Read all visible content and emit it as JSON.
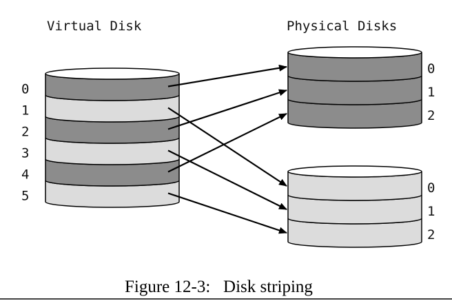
{
  "virtual_disk": {
    "title": "Virtual Disk",
    "blocks": [
      {
        "label": "0",
        "shade": "dark"
      },
      {
        "label": "1",
        "shade": "light"
      },
      {
        "label": "2",
        "shade": "dark"
      },
      {
        "label": "3",
        "shade": "light"
      },
      {
        "label": "4",
        "shade": "dark"
      },
      {
        "label": "5",
        "shade": "light"
      }
    ]
  },
  "physical_disks": {
    "title": "Physical Disks",
    "disks": [
      {
        "shade": "dark",
        "blocks": [
          "0",
          "1",
          "2"
        ]
      },
      {
        "shade": "light",
        "blocks": [
          "0",
          "1",
          "2"
        ]
      }
    ]
  },
  "mappings": [
    {
      "from": 0,
      "to_disk": 0,
      "to_block": 0
    },
    {
      "from": 1,
      "to_disk": 1,
      "to_block": 0
    },
    {
      "from": 2,
      "to_disk": 0,
      "to_block": 1
    },
    {
      "from": 3,
      "to_disk": 1,
      "to_block": 1
    },
    {
      "from": 4,
      "to_disk": 0,
      "to_block": 2
    },
    {
      "from": 5,
      "to_disk": 1,
      "to_block": 2
    }
  ],
  "caption": "Figure 12-3:   Disk striping",
  "colors": {
    "dark": "#8c8c8c",
    "light": "#dcdcdc",
    "line": "#000000"
  }
}
